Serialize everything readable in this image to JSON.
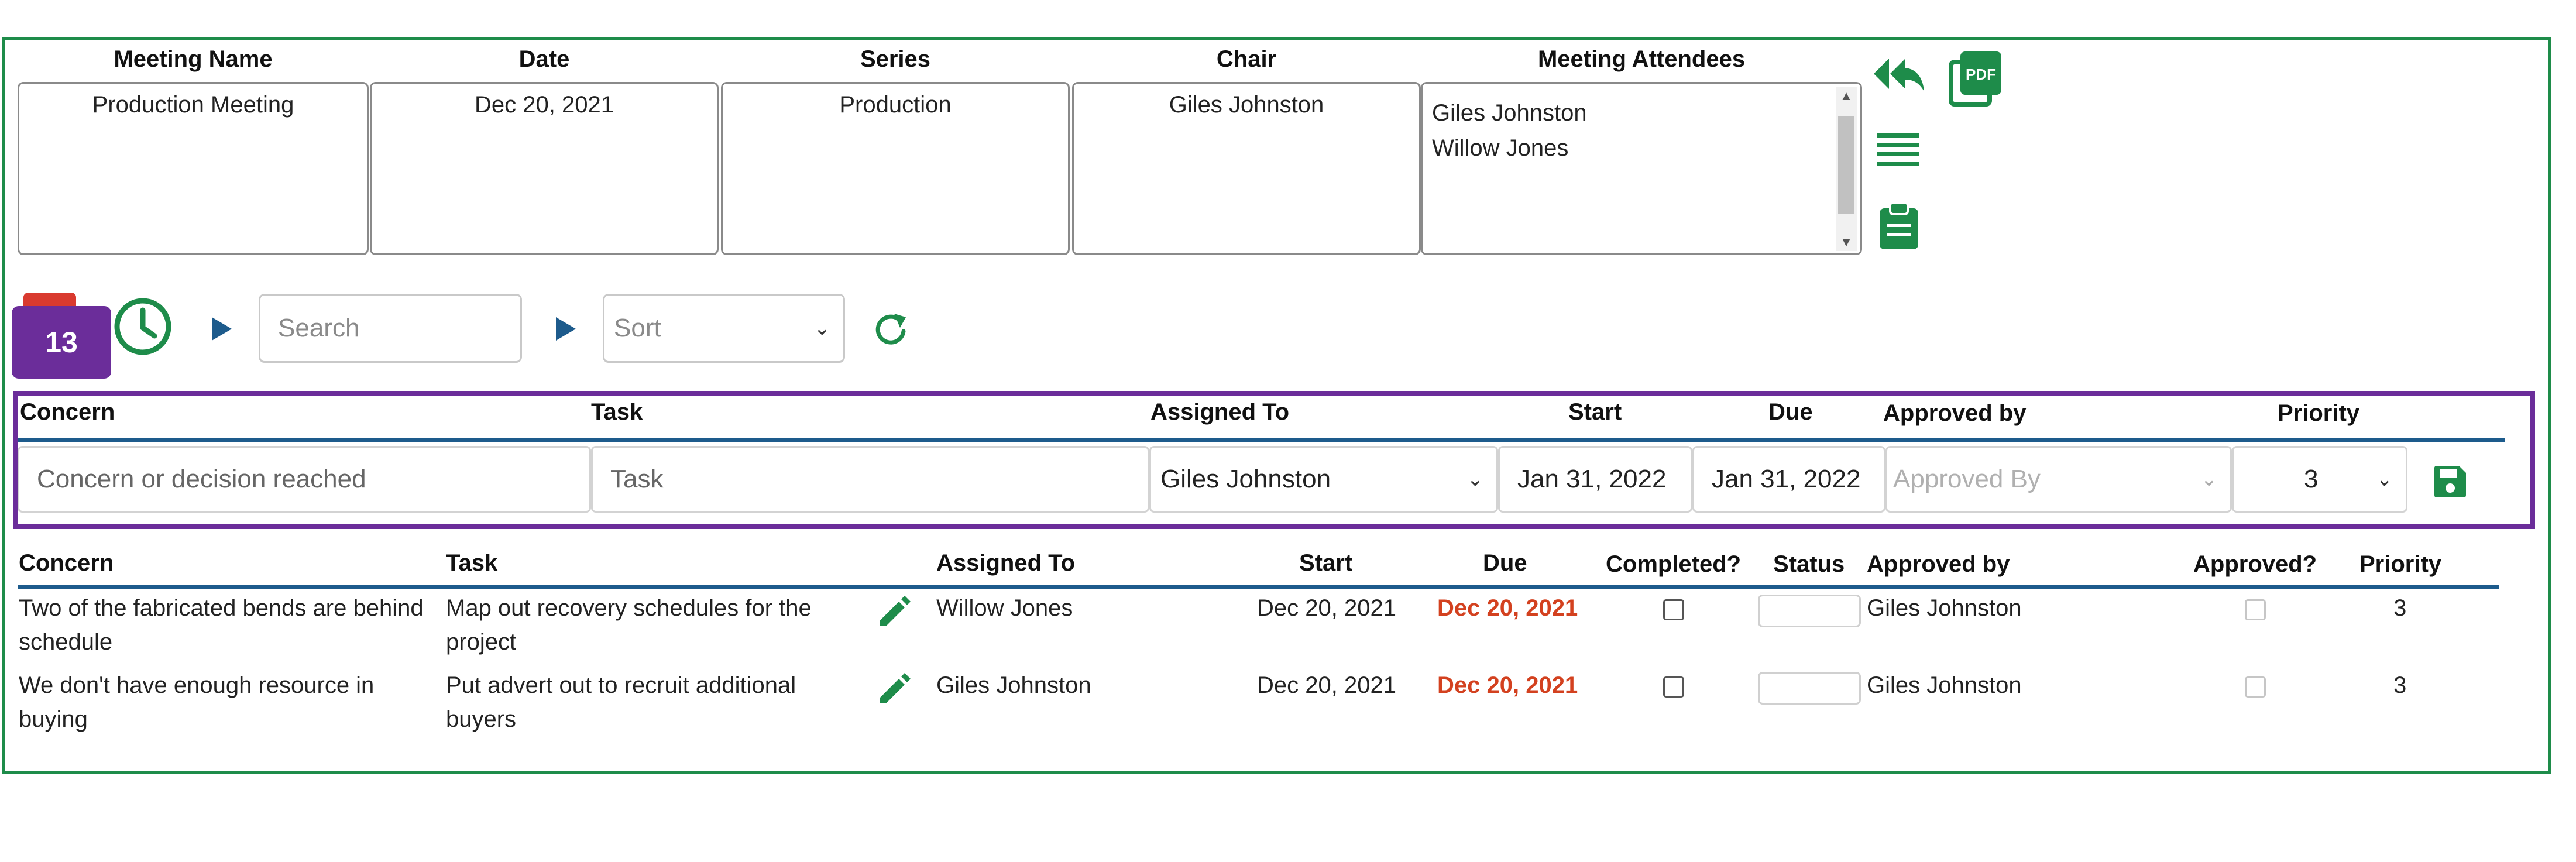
{
  "meeting": {
    "labels": {
      "name": "Meeting Name",
      "date": "Date",
      "series": "Series",
      "chair": "Chair",
      "attendees": "Meeting Attendees"
    },
    "name": "Production Meeting",
    "date": "Dec 20, 2021",
    "series": "Production",
    "chair": "Giles Johnston",
    "attendees": [
      "Giles Johnston",
      "Willow Jones"
    ]
  },
  "toolbar": {
    "badge": "13",
    "search_placeholder": "Search",
    "sort_placeholder": "Sort"
  },
  "entry": {
    "headers": {
      "concern": "Concern",
      "task": "Task",
      "assigned": "Assigned To",
      "start": "Start",
      "due": "Due",
      "approved_by": "Approved by",
      "priority": "Priority"
    },
    "concern_placeholder": "Concern or decision reached",
    "task_placeholder": "Task",
    "assigned_value": "Giles Johnston",
    "start_value": "Jan 31, 2022",
    "due_value": "Jan 31, 2022",
    "approved_by_placeholder": "Approved By",
    "priority_value": "3"
  },
  "list": {
    "headers": {
      "concern": "Concern",
      "task": "Task",
      "assigned": "Assigned To",
      "start": "Start",
      "due": "Due",
      "completed": "Completed?",
      "status": "Status",
      "approved_by": "Approved by",
      "approved": "Approved?",
      "priority": "Priority"
    },
    "rows": [
      {
        "concern": [
          "Two of the fabricated bends are behind",
          "schedule"
        ],
        "task": [
          "Map out recovery schedules for the",
          "project"
        ],
        "assigned": "Willow Jones",
        "start": "Dec 20, 2021",
        "due": "Dec 20, 2021",
        "approved_by": "Giles Johnston",
        "priority": "3"
      },
      {
        "concern": [
          "We don't have enough resource in",
          "buying"
        ],
        "task": [
          "Put advert out to recruit additional",
          "buyers"
        ],
        "assigned": "Giles Johnston",
        "start": "Dec 20, 2021",
        "due": "Dec 20, 2021",
        "approved_by": "Giles Johnston",
        "priority": "3"
      }
    ]
  },
  "colors": {
    "green": "#1e8c4a",
    "purple": "#6b2d9a",
    "navy": "#1d5b8c",
    "due_red": "#d3411f"
  }
}
